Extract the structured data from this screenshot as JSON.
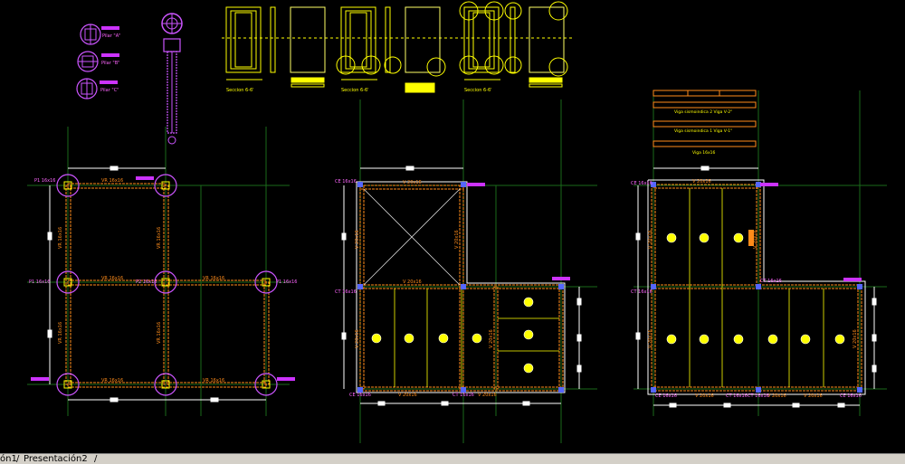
{
  "colors": {
    "beam": "#ff8c1a",
    "wall": "#ffff00",
    "label": "#ff66ff",
    "magenta": "#cc33ff",
    "grid": "#1a7a1a",
    "dim": "#ffffff",
    "gray": "#9aa0aa"
  },
  "details": {
    "pilar_a": "Pilar \"A\"",
    "pilar_b": "Pilar \"B\"",
    "pilar_c": "Pilar \"C\"",
    "seccion_1": "Seccion 6-6'",
    "seccion_2": "Seccion 6-6'",
    "seccion_3": "Seccion 6-6'",
    "viga_a": "Viga sismoindica 2 Viga V-2\"",
    "viga_b": "Viga sismoindica 1 Viga V-1\"",
    "viga_c": "Viga 16x16"
  },
  "plan1": {
    "beam_top": "VR 16x16",
    "beam_mid_left": "VR 16x16",
    "beam_mid_center": "P2 16x16",
    "beam_mid_right": "VR 16x16",
    "beam_bot_left": "VR 16x16",
    "beam_bot_right": "VR 16x16",
    "col_top_left": "P1 16x16",
    "col_mid_left": "P1 16x16",
    "col_mid_right": "P1 16x16",
    "vert_1": "VR 16x16",
    "vert_2": "VR 16x16",
    "vert_3": "VR 16x16",
    "vert_4": "VR 16x16"
  },
  "plan2": {
    "ce_top": "CE 16x16",
    "ct_mid": "CT 16x16",
    "beam_top": "V 20x16",
    "beam_mid": "V 20x16",
    "beam_bot_left": "V 20x16",
    "beam_bot_right": "V 20x16",
    "ce_bot_left": "CE 16x16",
    "ct_bot": "CT 16x16",
    "v_left": "V 20x16",
    "v_right": "V 20x16",
    "v_left2": "V 20x16",
    "v_mid": "V 20x16"
  },
  "plan3": {
    "ce_top": "CE 16x16",
    "ct_left": "CT 16x16",
    "ct_mid": "CT 16x16",
    "beam_top": "V 20x16",
    "beam_bot_1": "V 20x16",
    "beam_bot_2": "V 20x16",
    "beam_bot_3": "V 20x16",
    "ce_bl": "CE 16x16",
    "ct_b1": "CT 16x16",
    "ct_b2": "CT 16x16",
    "ce_br": "CE 16x16",
    "v_left": "V 20x16",
    "v_right": "V 20x16",
    "v_left2": "V 20x16",
    "v_right2": "V 20x16"
  },
  "tabs": {
    "tab1": "ón1",
    "tab2": "Presentación2"
  }
}
